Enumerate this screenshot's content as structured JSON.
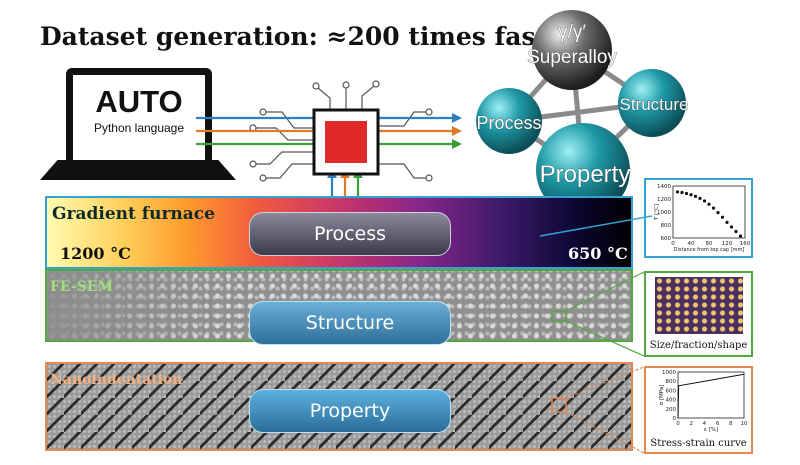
{
  "title": "Dataset generation: ≈200 times faster",
  "laptop": {
    "heading": "AUTO",
    "subtitle": "Python language"
  },
  "network": {
    "nodes": {
      "superalloy": "Superalloy",
      "superalloy_tag": "γ/γ′",
      "process": "Process",
      "structure": "Structure",
      "property": "Property"
    }
  },
  "bands": {
    "furnace": {
      "label": "Gradient furnace",
      "pill": "Process",
      "temp_hot": "1200 °C",
      "temp_cold": "650 °C"
    },
    "sem": {
      "label": "FE-SEM",
      "pill": "Structure"
    },
    "nano": {
      "label": "Nanoindentation",
      "pill": "Property"
    }
  },
  "insets": {
    "temperature": {
      "ylabel": "T [°C]",
      "xlabel": "Distance from top cap [mm]",
      "yticks": [
        "1400",
        "1200",
        "1000",
        "800",
        "600"
      ],
      "xticks": [
        "0",
        "40",
        "80",
        "120",
        "160"
      ]
    },
    "structure": {
      "caption": "Size/fraction/shape"
    },
    "stress": {
      "ylabel": "σ [MPa]",
      "xlabel": "ε [%]",
      "yticks": [
        "1000",
        "800",
        "600",
        "400",
        "200",
        "0"
      ],
      "xticks": [
        "0",
        "2",
        "4",
        "6",
        "8",
        "10"
      ],
      "caption": "Stress-strain curve"
    }
  },
  "chart_data": [
    {
      "type": "scatter",
      "xlabel": "Distance from top cap [mm]",
      "ylabel": "T [°C]",
      "xlim": [
        0,
        160
      ],
      "ylim": [
        600,
        1400
      ],
      "x": [
        10,
        20,
        30,
        40,
        50,
        60,
        70,
        80,
        90,
        100,
        110,
        120,
        130,
        140,
        150
      ],
      "y": [
        1310,
        1300,
        1285,
        1265,
        1240,
        1210,
        1170,
        1120,
        1060,
        990,
        920,
        840,
        770,
        700,
        630
      ]
    },
    {
      "type": "line",
      "xlabel": "ε [%]",
      "ylabel": "σ [MPa]",
      "xlim": [
        0,
        10
      ],
      "ylim": [
        0,
        1000
      ],
      "x": [
        0,
        0.1,
        10
      ],
      "y": [
        0,
        700,
        950
      ]
    }
  ],
  "colors": {
    "accent_blue": "#32a3d4",
    "accent_green": "#53a93f",
    "accent_orange": "#e28a4f",
    "node_teal": "#1f9aa7",
    "node_grey": "#6b6b6b",
    "chip_red": "#e02a2a"
  }
}
